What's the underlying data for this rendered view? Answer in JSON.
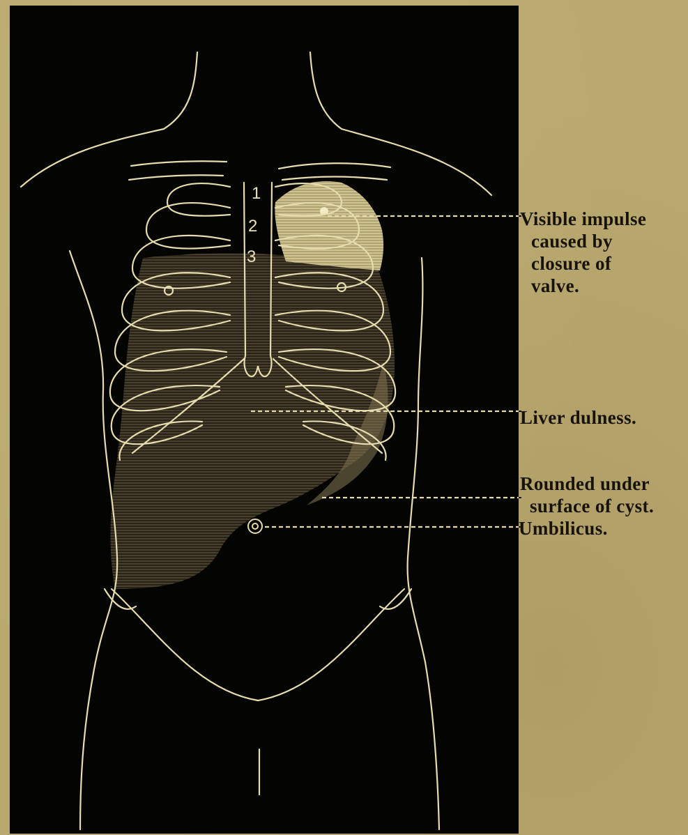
{
  "annotations": {
    "impulse": {
      "lines": [
        "Visible impulse",
        "caused by",
        "closure of",
        "valve."
      ]
    },
    "liver": {
      "lines": [
        "Liver dulness."
      ]
    },
    "cyst": {
      "lines": [
        "Rounded under",
        "surface of cyst."
      ]
    },
    "umbilicus": {
      "lines": [
        "Umbilicus."
      ]
    }
  },
  "rib_numbers": [
    "1",
    "2",
    "3"
  ],
  "colors": {
    "paper": "#b9a96f",
    "plate": "#040403",
    "outline": "#e6dcae",
    "ink": "#17130b"
  }
}
